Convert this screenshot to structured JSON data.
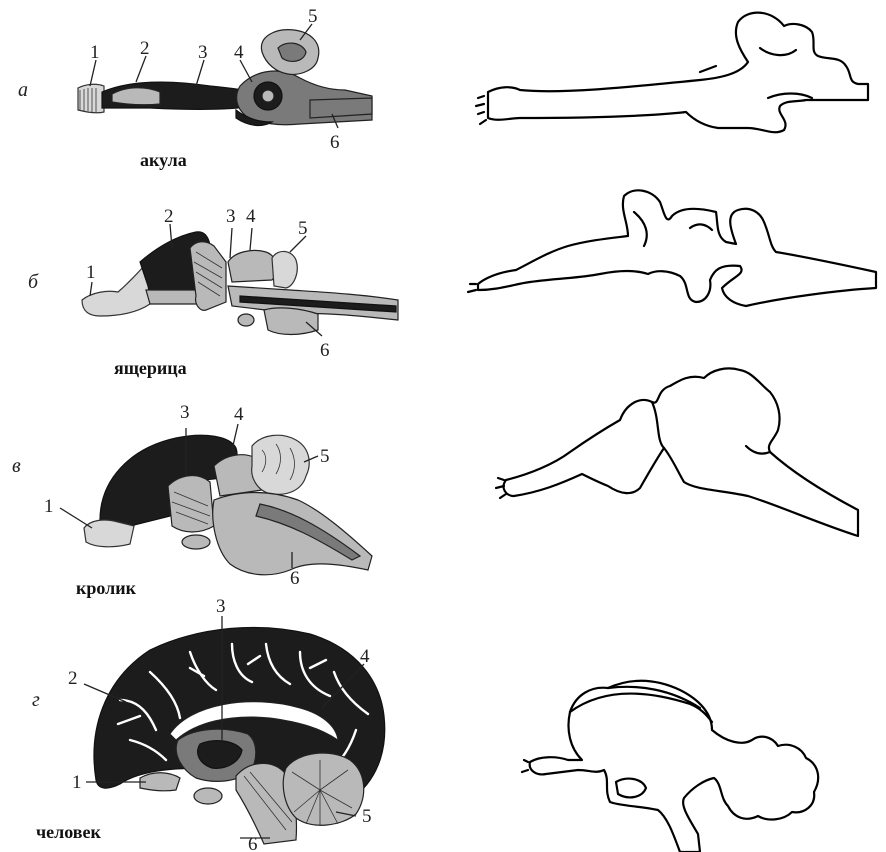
{
  "sections": [
    {
      "letter": "а",
      "animal": "акула",
      "numbers": [
        "1",
        "2",
        "3",
        "4",
        "5",
        "6"
      ]
    },
    {
      "letter": "б",
      "animal": "ящерица",
      "numbers": [
        "1",
        "2",
        "3",
        "4",
        "5",
        "6"
      ]
    },
    {
      "letter": "в",
      "animal": "кролик",
      "numbers": [
        "1",
        "3",
        "4",
        "5",
        "6"
      ]
    },
    {
      "letter": "г",
      "animal": "человек",
      "numbers": [
        "1",
        "2",
        "3",
        "4",
        "5",
        "6"
      ]
    }
  ]
}
